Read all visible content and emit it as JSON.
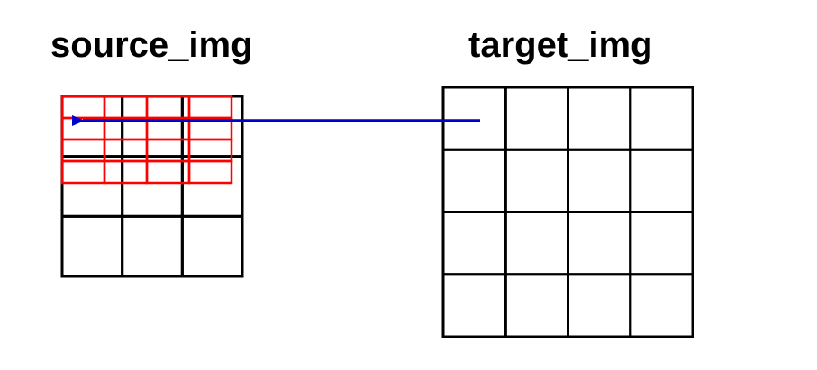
{
  "source": {
    "title": "source_img",
    "grid_rows": 3,
    "grid_cols": 3
  },
  "target": {
    "title": "target_img",
    "grid_rows": 4,
    "grid_cols": 4
  },
  "sampling_grid": {
    "rows": 4,
    "cols": 4
  },
  "colors": {
    "grid_line": "#000000",
    "sampling_grid": "#ff0000",
    "arrow": "#0000cc",
    "background": "#ffffff"
  }
}
